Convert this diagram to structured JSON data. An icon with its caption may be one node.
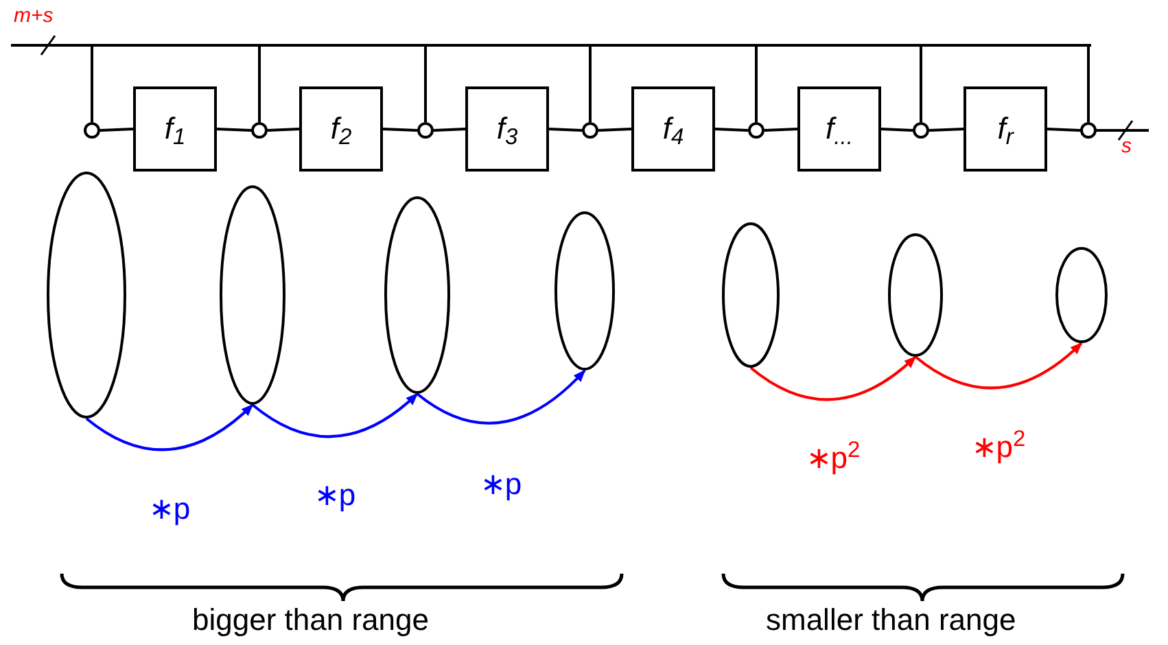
{
  "diagram": {
    "nodes": [
      {
        "text": [],
        "shape": "line"
      },
      {
        "text": [],
        "shape": "circle"
      },
      {
        "text": [
          "f$_{1}$"
        ]
      },
      {
        "text": [],
        "shape": "circle"
      },
      {
        "text": [
          "f$_{2}$"
        ]
      },
      {
        "text": [],
        "shape": "circle"
      },
      {
        "text": [
          "f$_{3}$"
        ]
      },
      {
        "text": [],
        "shape": "circle"
      },
      {
        "text": [
          "f$_{4}$"
        ]
      },
      {
        "text": [],
        "shape": "circle"
      },
      {
        "text": [
          "f$_{...}$"
        ]
      },
      {
        "text": [],
        "shape": "circle"
      },
      {
        "text": [
          "f$_{r}$"
        ]
      },
      {
        "text": [],
        "shape": "circle"
      },
      {
        "text": [],
        "shape": "ellipse"
      },
      {
        "text": [],
        "shape": "ellipse"
      },
      {
        "text": [],
        "shape": "ellipse"
      },
      {
        "text": [],
        "shape": "ellipse"
      },
      {
        "text": [],
        "shape": "ellipse"
      },
      {
        "text": [],
        "shape": "ellipse"
      },
      {
        "text": [],
        "shape": "ellipse"
      }
    ],
    "edges": [
      {
        "from": 0,
        "to": 1,
        "arrow": "none"
      },
      {
        "from": 0,
        "to": 3,
        "arrow": "none"
      },
      {
        "from": 0,
        "to": 5,
        "arrow": "none"
      },
      {
        "from": 0,
        "to": 7,
        "arrow": "none"
      },
      {
        "from": 0,
        "to": 9,
        "arrow": "none"
      },
      {
        "from": 0,
        "to": 11,
        "arrow": "none"
      },
      {
        "from": 0,
        "to": 13,
        "arrow": "none"
      },
      {
        "from": 1,
        "to": 2,
        "arrow": "none"
      },
      {
        "from": 2,
        "to": 3,
        "arrow": "none"
      },
      {
        "from": 3,
        "to": 4,
        "arrow": "none"
      },
      {
        "from": 4,
        "to": 5,
        "arrow": "none"
      },
      {
        "from": 5,
        "to": 6,
        "arrow": "none"
      },
      {
        "from": 6,
        "to": 7,
        "arrow": "none"
      },
      {
        "from": 7,
        "to": 8,
        "arrow": "none"
      },
      {
        "from": 8,
        "to": 9,
        "arrow": "none"
      },
      {
        "from": 9,
        "to": 10,
        "arrow": "none"
      },
      {
        "from": 10,
        "to": 11,
        "arrow": "none"
      },
      {
        "from": 11,
        "to": 12,
        "arrow": "none"
      },
      {
        "from": 12,
        "to": 13,
        "arrow": "none"
      },
      {
        "from": 13,
        "to": null,
        "arrow": "none"
      },
      {
        "from": 14,
        "to": 15,
        "arrow": "to",
        "label": "∗p",
        "color": "#0000ff"
      },
      {
        "from": 15,
        "to": 16,
        "arrow": "to",
        "label": "∗p",
        "color": "#0000ff"
      },
      {
        "from": 16,
        "to": 17,
        "arrow": "to",
        "label": "∗p",
        "color": "#0000ff"
      },
      {
        "from": 18,
        "to": 19,
        "arrow": "to",
        "label": "∗p$^{2}$",
        "color": "#ff0000"
      },
      {
        "from": 19,
        "to": 20,
        "arrow": "to",
        "label": "∗p$^{2}$",
        "color": "#ff0000"
      }
    ],
    "labels": [
      "m+s",
      "s",
      "bigger than range",
      "smaller than range"
    ]
  }
}
